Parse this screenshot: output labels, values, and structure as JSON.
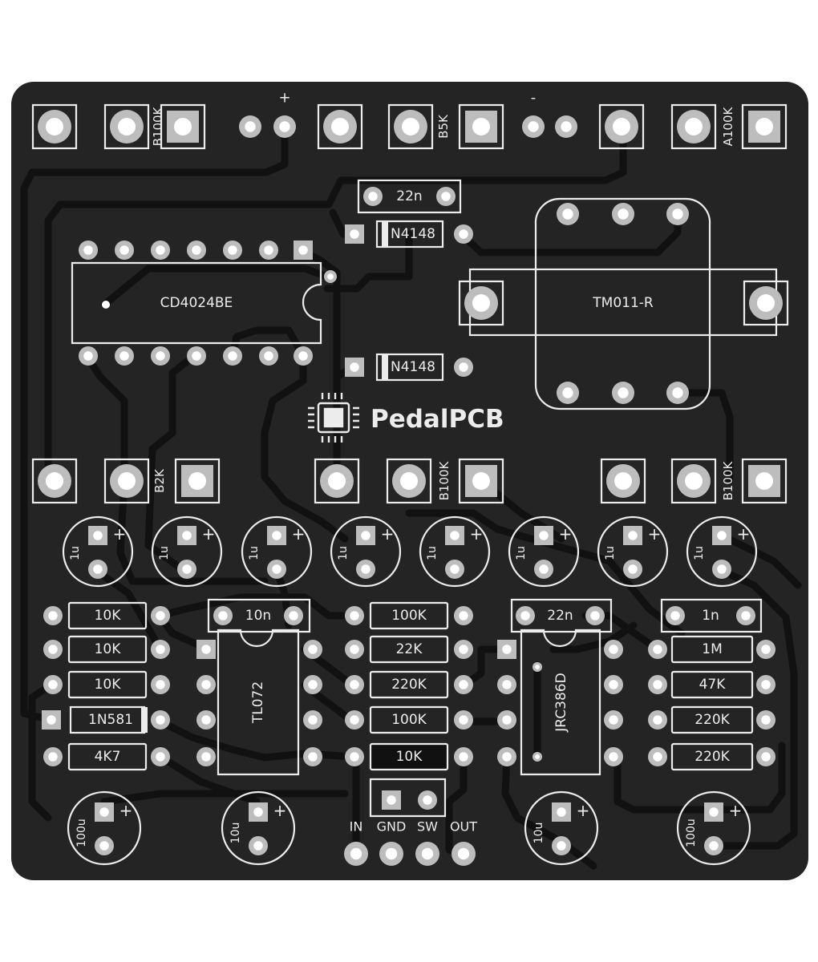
{
  "colors": {
    "board": "#242424",
    "trace": "#111111",
    "pad": "#bdbdbd",
    "silk": "#ececec",
    "hole": "#ffffff",
    "background": "#ffffff"
  },
  "branding": {
    "logo": "PedalPCB",
    "logo_icon": "chip-icon"
  },
  "top_labels": {
    "plus": "+",
    "minus": "-"
  },
  "pots": [
    {
      "id": "pot-b100k-top-left",
      "value": "B100K"
    },
    {
      "id": "pot-b5k",
      "value": "B5K"
    },
    {
      "id": "pot-a100k",
      "value": "A100K"
    },
    {
      "id": "pot-b2k",
      "value": "B2K"
    },
    {
      "id": "pot-b100k-middle",
      "value": "B100K"
    },
    {
      "id": "pot-b100k-right",
      "value": "B100K"
    }
  ],
  "ics": [
    {
      "id": "ic-cd4024",
      "label": "CD4024BE"
    },
    {
      "id": "ic-tl072",
      "label": "TL072"
    },
    {
      "id": "ic-jrc386",
      "label": "JRC386D"
    }
  ],
  "relay": {
    "label": "TM011-R"
  },
  "diodes": [
    {
      "id": "diode-1n4148-top",
      "label": "N4148"
    },
    {
      "id": "diode-1n4148-bottom",
      "label": "N4148"
    },
    {
      "id": "diode-1n5817",
      "label": "1N581"
    }
  ],
  "caps_film": [
    {
      "id": "cap-22n-top",
      "label": "22n"
    },
    {
      "id": "cap-10n",
      "label": "10n"
    },
    {
      "id": "cap-22n-right",
      "label": "22n"
    },
    {
      "id": "cap-1n",
      "label": "1n"
    }
  ],
  "caps_electrolytic": [
    {
      "id": "ecap-1",
      "label": "1u"
    },
    {
      "id": "ecap-2",
      "label": "1u"
    },
    {
      "id": "ecap-3",
      "label": "1u"
    },
    {
      "id": "ecap-4",
      "label": "1u"
    },
    {
      "id": "ecap-5",
      "label": "1u"
    },
    {
      "id": "ecap-6",
      "label": "1u"
    },
    {
      "id": "ecap-7",
      "label": "1u"
    },
    {
      "id": "ecap-8",
      "label": "1u"
    },
    {
      "id": "ecap-100u-left",
      "label": "100u"
    },
    {
      "id": "ecap-10u-left",
      "label": "10u"
    },
    {
      "id": "ecap-10u-right",
      "label": "10u"
    },
    {
      "id": "ecap-100u-right",
      "label": "100u"
    }
  ],
  "ecap_polarity": "+",
  "resistors": [
    {
      "id": "res-10k-1",
      "label": "10K"
    },
    {
      "id": "res-10k-2",
      "label": "10K"
    },
    {
      "id": "res-10k-3",
      "label": "10K"
    },
    {
      "id": "res-4k7",
      "label": "4K7"
    },
    {
      "id": "res-100k-1",
      "label": "100K"
    },
    {
      "id": "res-22k",
      "label": "22K"
    },
    {
      "id": "res-220k-1",
      "label": "220K"
    },
    {
      "id": "res-100k-2",
      "label": "100K"
    },
    {
      "id": "res-10k-4",
      "label": "10K"
    },
    {
      "id": "res-1m",
      "label": "1M"
    },
    {
      "id": "res-47k",
      "label": "47K"
    },
    {
      "id": "res-220k-2",
      "label": "220K"
    },
    {
      "id": "res-220k-3",
      "label": "220K"
    }
  ],
  "io_labels": [
    "IN",
    "GND",
    "SW",
    "OUT"
  ]
}
